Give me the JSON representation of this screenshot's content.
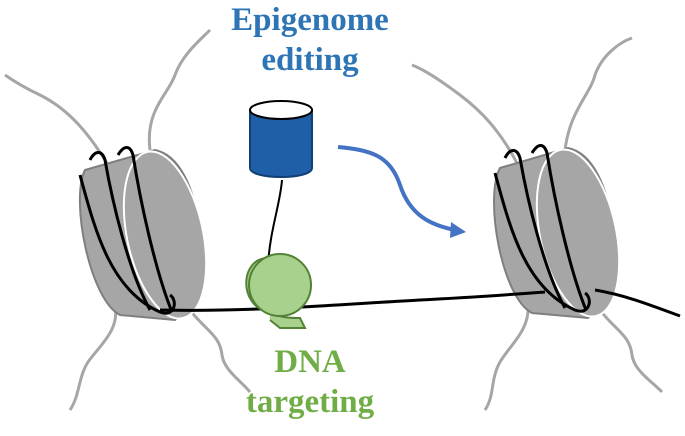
{
  "labels": {
    "epigenome": {
      "line1": "Epigenome",
      "line2": "editing",
      "color": "#2e75b6"
    },
    "dna": {
      "line1": "DNA",
      "line2": "targeting",
      "color": "#70ad47"
    }
  },
  "colors": {
    "histone_fill": "#a6a6a6",
    "histone_stroke": "#7f7f7f",
    "tail": "#a6a6a6",
    "dna_strand": "#000000",
    "effector_fill": "#1f5fa8",
    "effector_stroke": "#123f73",
    "binder_fill": "#a9d18e",
    "binder_stroke": "#538135",
    "arrow": "#4472c4"
  },
  "icons": {
    "left_nucleosome": "nucleosome-icon",
    "right_nucleosome": "nucleosome-icon",
    "effector": "cylinder-icon",
    "binder": "protein-domain-icon",
    "transition_arrow": "curved-arrow-icon"
  }
}
